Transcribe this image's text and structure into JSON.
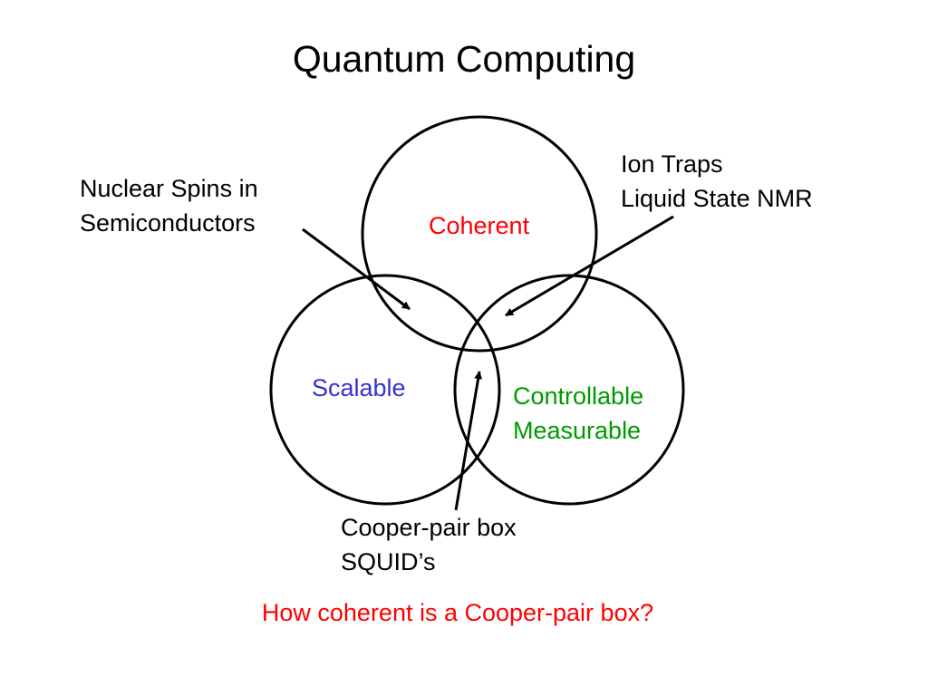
{
  "title": "Quantum Computing",
  "circles": {
    "top": {
      "label": "Coherent",
      "color": "#ff0000"
    },
    "left": {
      "label": "Scalable",
      "color": "#3333cc"
    },
    "right": {
      "lines": [
        "Controllable",
        "Measurable"
      ],
      "color": "#009900"
    }
  },
  "callouts": {
    "nuclear": {
      "lines": [
        "Nuclear Spins in",
        "Semiconductors"
      ]
    },
    "ion": {
      "lines": [
        "Ion Traps",
        "Liquid State NMR"
      ]
    },
    "cooper": {
      "lines": [
        "Cooper-pair box",
        "SQUID’s"
      ]
    }
  },
  "question": {
    "text": "How coherent is a Cooper-pair box?",
    "color": "#ff0000"
  }
}
